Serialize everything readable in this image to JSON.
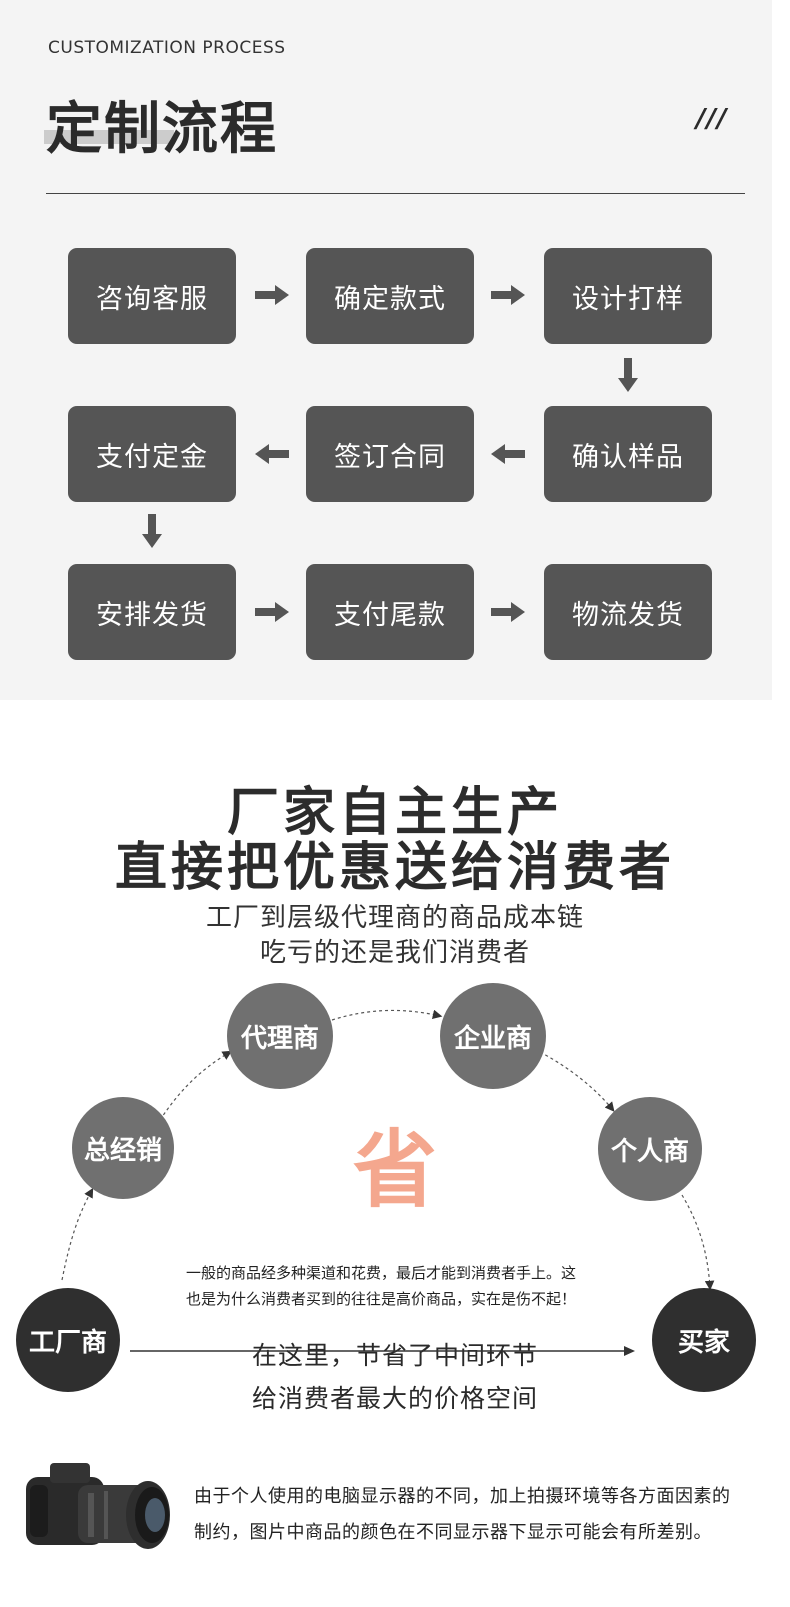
{
  "process": {
    "subtitle_en": "CUSTOMIZATION PROCESS",
    "title_cn": "定制流程",
    "slashes": "///",
    "steps": [
      "咨询客服",
      "确定款式",
      "设计打样",
      "确认样品",
      "签订合同",
      "支付定金",
      "安排发货",
      "支付尾款",
      "物流发货"
    ]
  },
  "factory": {
    "headline_1": "厂家自主生产",
    "headline_2": "直接把优惠送给消费者",
    "sub_1": "工厂到层级代理商的商品成本链",
    "sub_2": "吃亏的还是我们消费者",
    "nodes": {
      "factory": "工厂商",
      "general": "总经销",
      "agent": "代理商",
      "enterprise": "企业商",
      "individual": "个人商",
      "buyer": "买家"
    },
    "saving_char": "省",
    "note_1": "一般的商品经多种渠道和花费，最后才能到消费者手上。这",
    "note_2": "也是为什么消费者买到的往往是高价商品，实在是伤不起！",
    "middle_1": "在这里，节省了中间环节",
    "middle_2": "给消费者最大的价格空间",
    "disclaimer_1": "由于个人使用的电脑显示器的不同，加上拍摄环境等各方面因素的",
    "disclaimer_2": "制约，图片中商品的颜色在不同显示器下显示可能会有所差别。"
  },
  "colors": {
    "step_box": "#555555",
    "section_bg": "#f4f4f4",
    "circle_gray": "#707070",
    "circle_dark": "#2f2f2f",
    "saving_accent": "#f4a78e"
  },
  "icons": {
    "arrow": "arrow-icon",
    "camera": "camera-icon"
  }
}
